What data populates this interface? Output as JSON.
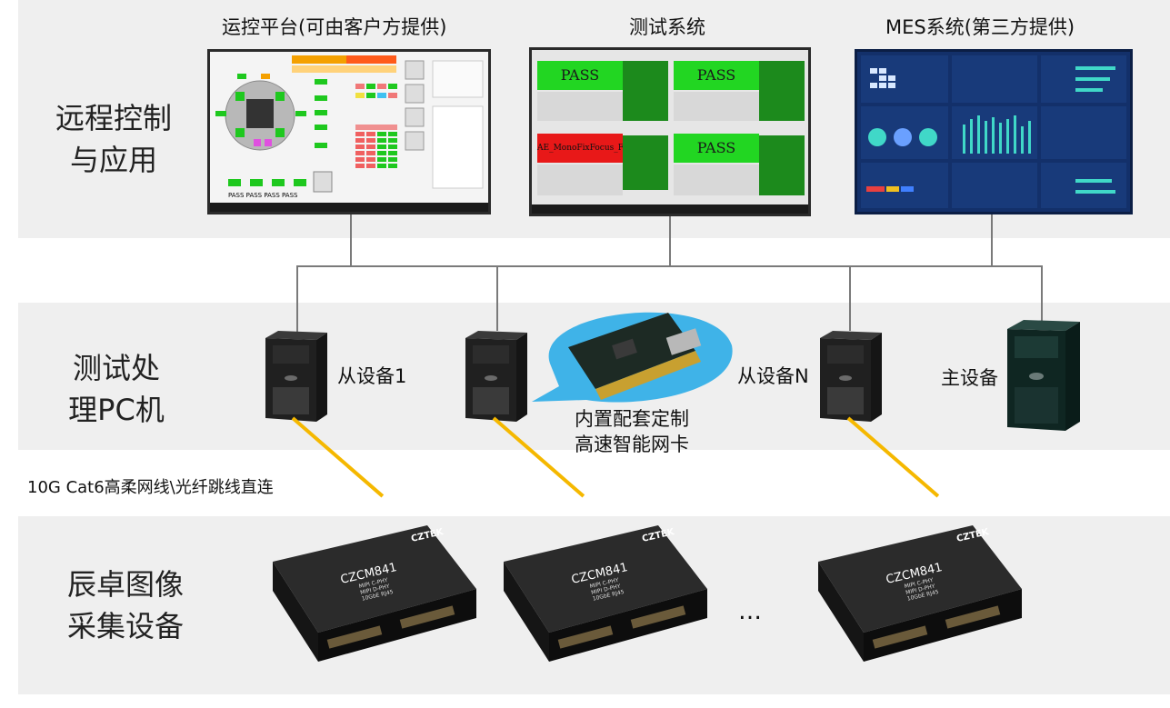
{
  "rows": {
    "remote": "远程控制\n与应用",
    "pc": "测试处\n理PC机",
    "capture": "辰卓图像\n采集设备"
  },
  "screens": {
    "control": "运控平台(可由客户方提供)",
    "test": "测试系统",
    "mes": "MES系统(第三方提供)"
  },
  "test_panels": [
    "PASS",
    "PASS",
    "AE_MonoFixFocus_FAIL",
    "PASS"
  ],
  "devices": {
    "slave1": "从设备1",
    "slaveN": "从设备N",
    "master": "主设备",
    "nic": "内置配套定制\n高速智能网卡"
  },
  "cable_note": "10G Cat6高柔网线\\光纤跳线直连",
  "capture_device": {
    "brand": "CZTEK",
    "model": "CZCM841",
    "spec": "MIPI C-PHY\nMIPI D-PHY\n10GbE RJ45"
  },
  "ellipsis": "…",
  "colors": {
    "band": "#efefef",
    "cable": "#f5b800",
    "pass": "#22d622",
    "fail": "#e81818"
  }
}
